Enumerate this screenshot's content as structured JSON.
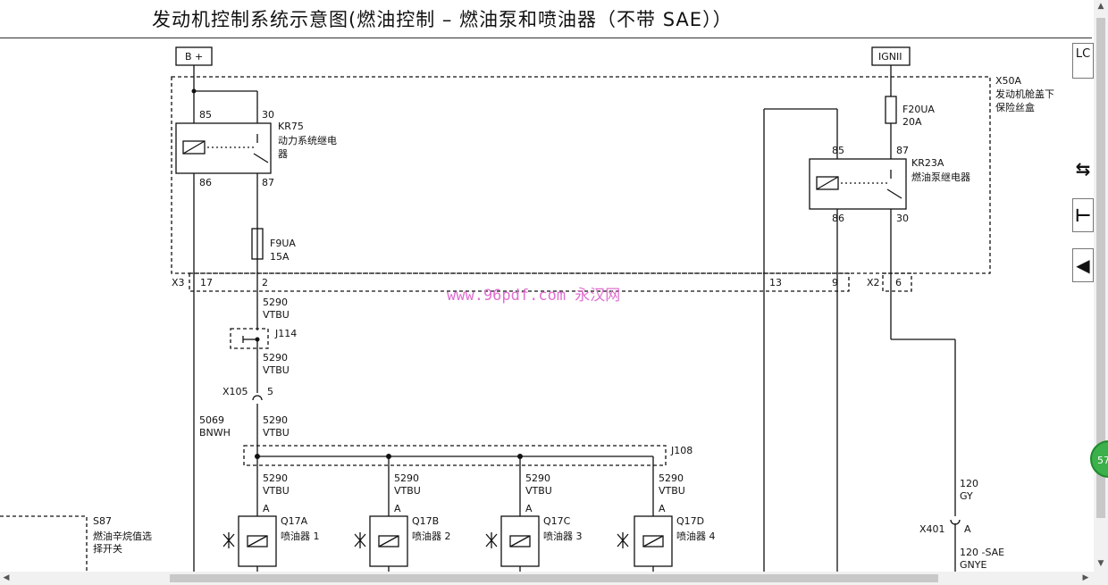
{
  "title": "发动机控制系统示意图(燃油控制 – 燃油泵和喷油器（不带 SAE））",
  "watermark": "www.96pdf.com 永汉网",
  "power": {
    "b_plus": "B +",
    "ign": "IGNII"
  },
  "fuse_box": {
    "id": "X50A",
    "name_line1": "发动机舱盖下",
    "name_line2": "保险丝盒"
  },
  "relay_kr75": {
    "id": "KR75",
    "name_line1": "动力系统继电",
    "name_line2": "器",
    "pin_85": "85",
    "pin_30": "30",
    "pin_86": "86",
    "pin_87": "87"
  },
  "relay_kr23a": {
    "id": "KR23A",
    "name": "燃油泵继电器",
    "pin_85": "85",
    "pin_87": "87",
    "pin_86": "86",
    "pin_30": "30"
  },
  "fuse_f9ua": {
    "id": "F9UA",
    "rating": "15A"
  },
  "fuse_f20ua": {
    "id": "F20UA",
    "rating": "20A"
  },
  "connector_x3": {
    "id": "X3",
    "pin_a": "17",
    "pin_b": "2",
    "pin_c": "13",
    "pin_d": "9"
  },
  "connector_x2": {
    "id": "X2",
    "pin": "6"
  },
  "wires": {
    "w1_num": "5290",
    "w1_color": "VTBU",
    "w2_num": "5290",
    "w2_color": "VTBU",
    "w3_num": "5290",
    "w3_color": "VTBU",
    "w4_num": "5069",
    "w4_color": "BNWH",
    "inj_a_num": "5290",
    "inj_a_color": "VTBU",
    "inj_b_num": "5290",
    "inj_b_color": "VTBU",
    "inj_c_num": "5290",
    "inj_c_color": "VTBU",
    "inj_d_num": "5290",
    "inj_d_color": "VTBU",
    "pump1_num": "120",
    "pump1_color": "GY",
    "pump2_num": "120  -SAE",
    "pump2_color": "GNYE"
  },
  "splice_j114": "J114",
  "splice_j108": "J108",
  "connector_x105": {
    "id": "X105",
    "pin": "5"
  },
  "connector_x401": {
    "id": "X401",
    "pin": "A"
  },
  "switch_s87": {
    "id": "S87",
    "name_line1": "燃油辛烷值选",
    "name_line2": "择开关"
  },
  "injectors": [
    {
      "pin": "A",
      "id": "Q17A",
      "name": "喷油器 1"
    },
    {
      "pin": "A",
      "id": "Q17B",
      "name": "喷油器 2"
    },
    {
      "pin": "A",
      "id": "Q17C",
      "name": "喷油器 3"
    },
    {
      "pin": "A",
      "id": "Q17D",
      "name": "喷油器 4"
    }
  ],
  "side_buttons": {
    "box_label": "LC",
    "btn1": "⇆",
    "btn2": "⊢",
    "btn3": "◀"
  },
  "badge": "57"
}
